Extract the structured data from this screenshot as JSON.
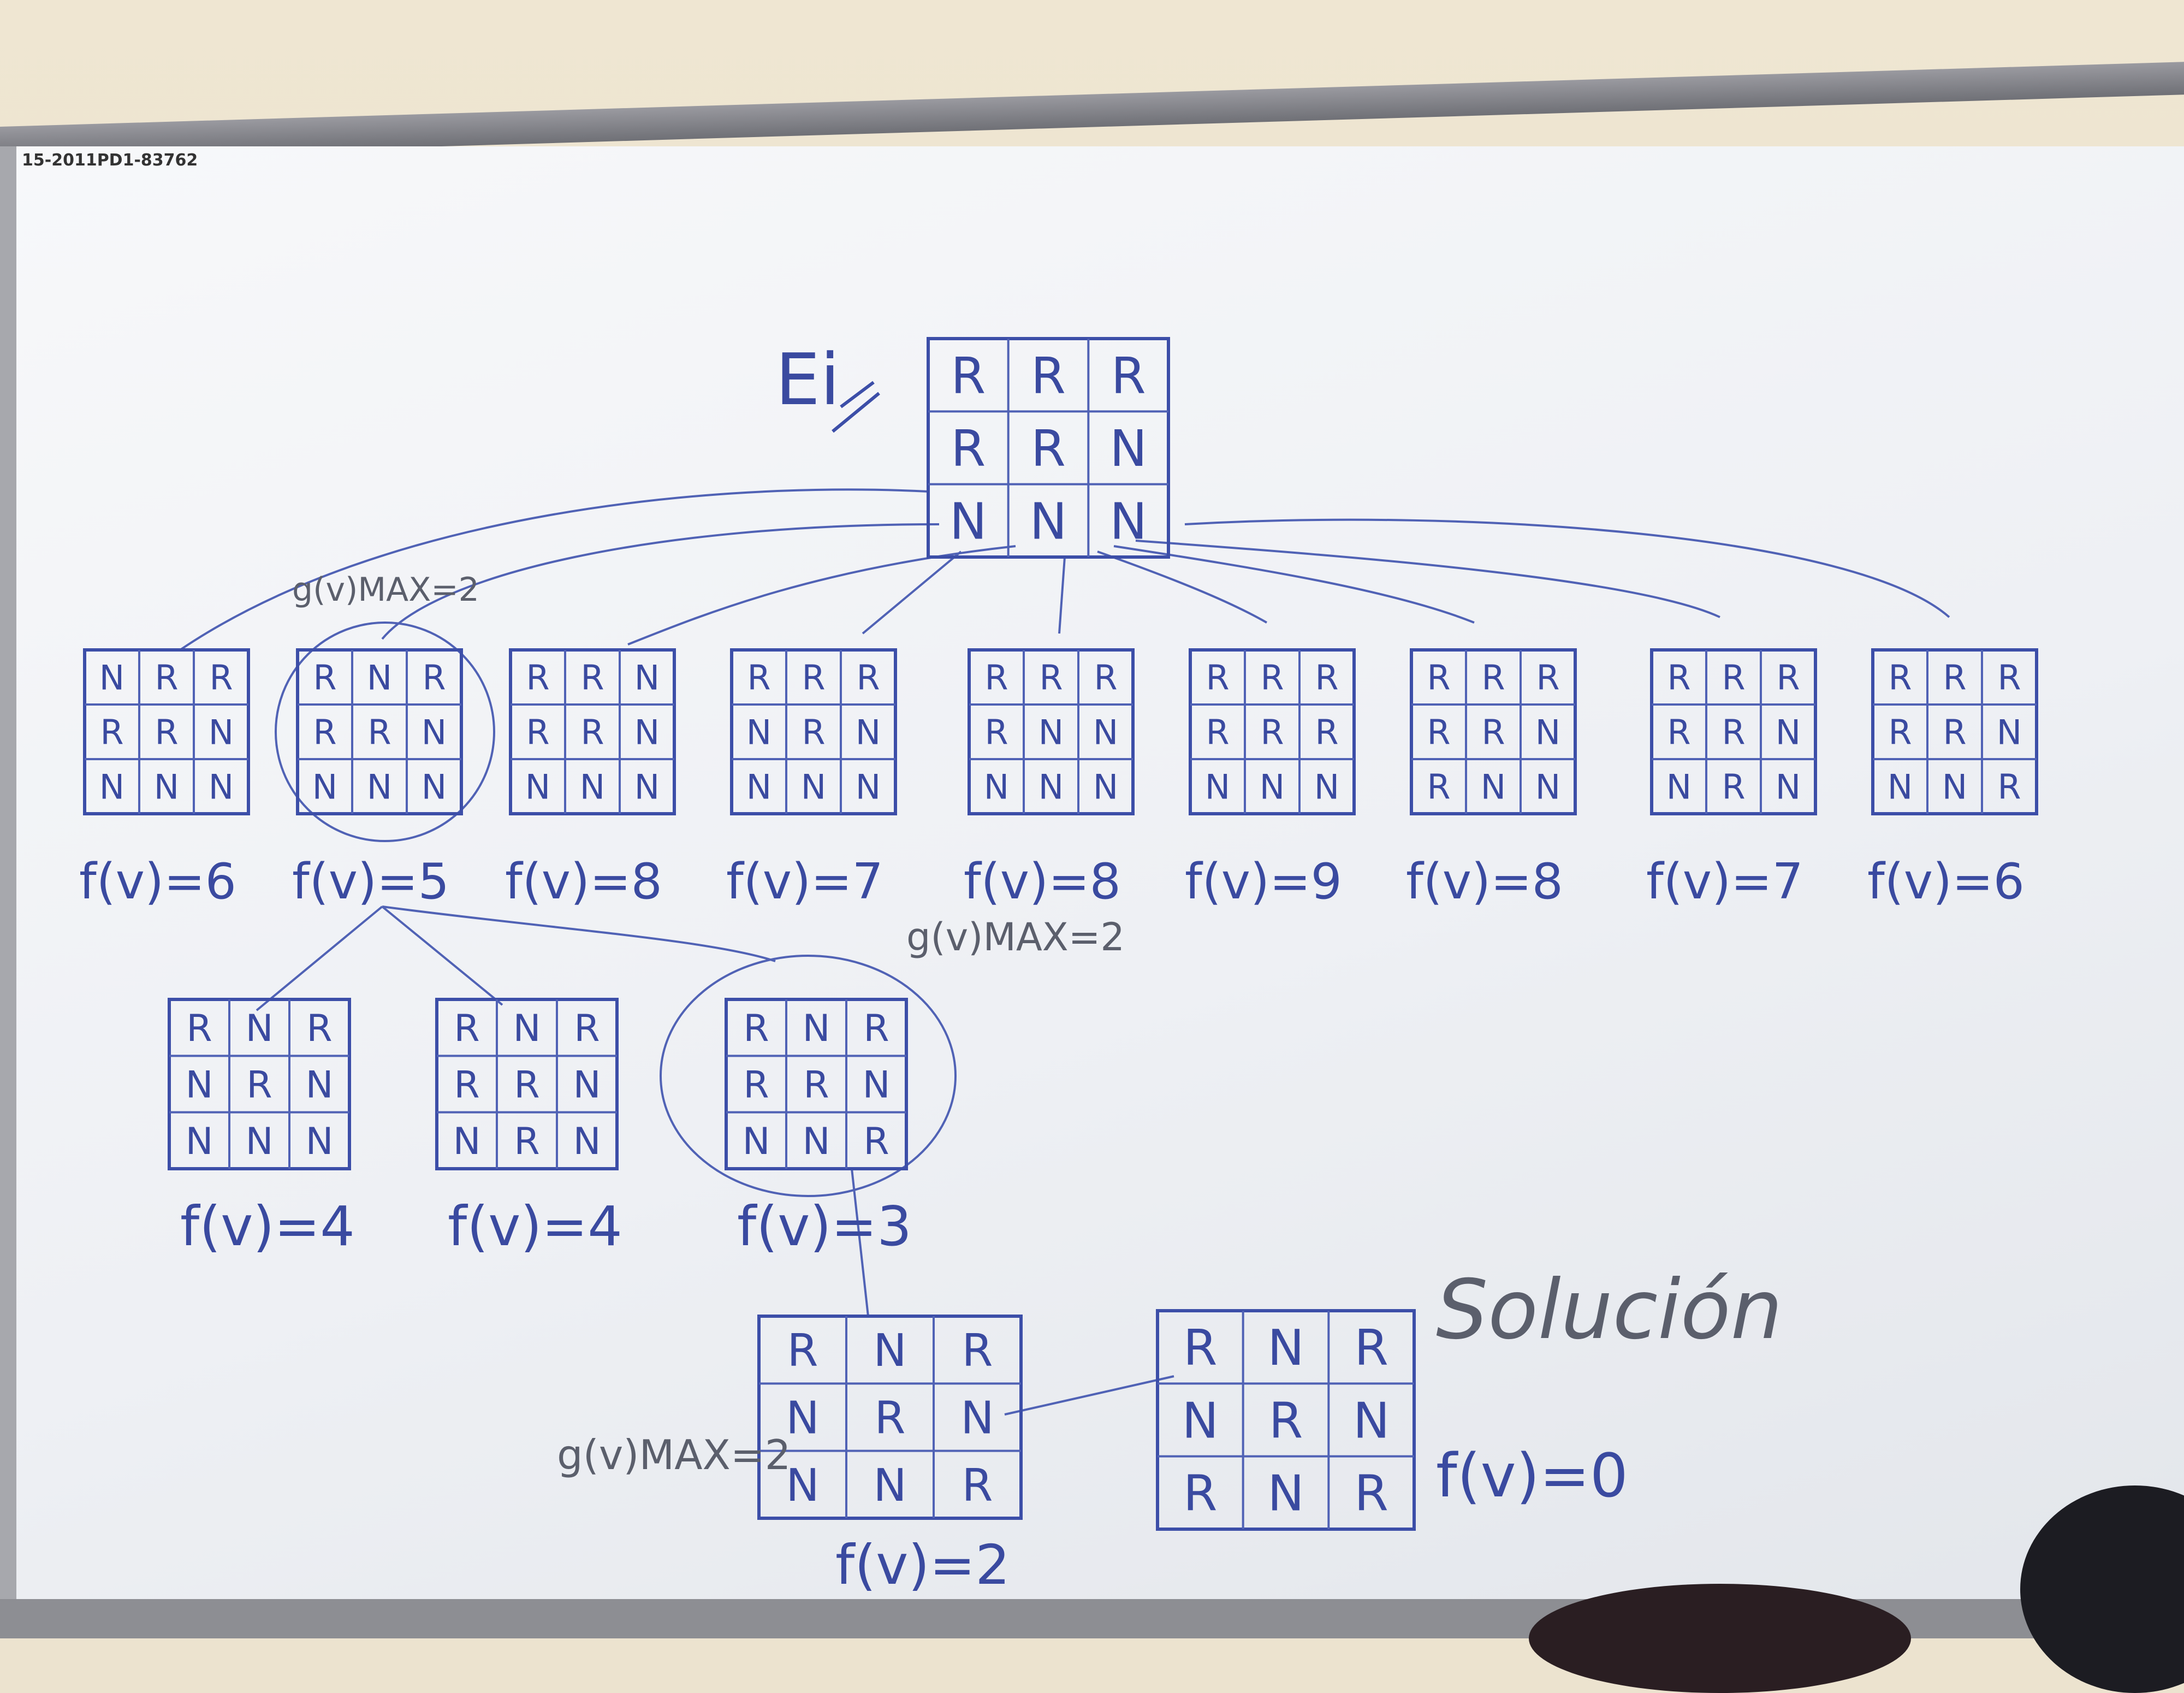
{
  "rail_label": "15-2011PD1-83762",
  "ink_color": "#3c4ea8",
  "marker_color": "#5b5f6c",
  "root": {
    "label": "Ei",
    "grid": [
      "R",
      "R",
      "R",
      "R",
      "R",
      "N",
      "N",
      "N",
      "N"
    ]
  },
  "level1": [
    {
      "grid": [
        "N",
        "R",
        "R",
        "R",
        "R",
        "N",
        "N",
        "N",
        "N"
      ],
      "f": "f(v)=6"
    },
    {
      "grid": [
        "R",
        "N",
        "R",
        "R",
        "R",
        "N",
        "N",
        "N",
        "N"
      ],
      "f": "f(v)=5",
      "circled": true,
      "g": "g(v)MAX=2"
    },
    {
      "grid": [
        "R",
        "R",
        "N",
        "R",
        "R",
        "N",
        "N",
        "N",
        "N"
      ],
      "f": "f(v)=8"
    },
    {
      "grid": [
        "R",
        "R",
        "R",
        "N",
        "R",
        "N",
        "N",
        "N",
        "N"
      ],
      "f": "f(v)=7"
    },
    {
      "grid": [
        "R",
        "R",
        "R",
        "R",
        "N",
        "N",
        "N",
        "N",
        "N"
      ],
      "f": "f(v)=8"
    },
    {
      "grid": [
        "R",
        "R",
        "R",
        "R",
        "R",
        "R",
        "N",
        "N",
        "N"
      ],
      "f": "f(v)=9"
    },
    {
      "grid": [
        "R",
        "R",
        "R",
        "R",
        "R",
        "N",
        "R",
        "N",
        "N"
      ],
      "f": "f(v)=8"
    },
    {
      "grid": [
        "R",
        "R",
        "R",
        "R",
        "R",
        "N",
        "N",
        "R",
        "N"
      ],
      "f": "f(v)=7"
    },
    {
      "grid": [
        "R",
        "R",
        "R",
        "R",
        "R",
        "N",
        "N",
        "N",
        "R"
      ],
      "f": "f(v)=6"
    }
  ],
  "level2": [
    {
      "grid": [
        "R",
        "N",
        "R",
        "N",
        "R",
        "N",
        "N",
        "N",
        "N"
      ],
      "f": "f(v)=4"
    },
    {
      "grid": [
        "R",
        "N",
        "R",
        "R",
        "R",
        "N",
        "N",
        "R",
        "N"
      ],
      "f": "f(v)=4"
    },
    {
      "grid": [
        "R",
        "N",
        "R",
        "R",
        "R",
        "N",
        "N",
        "N",
        "R"
      ],
      "f": "f(v)=3",
      "circled": true,
      "g": "g(v)MAX=2"
    }
  ],
  "level3": {
    "grid": [
      "R",
      "N",
      "R",
      "N",
      "R",
      "N",
      "N",
      "N",
      "R"
    ],
    "f": "f(v)=2",
    "g": "g(v)MAX=2"
  },
  "solution": {
    "title": "Solución",
    "grid": [
      "R",
      "N",
      "R",
      "N",
      "R",
      "N",
      "R",
      "N",
      "R"
    ],
    "f": "f(v)=0"
  }
}
